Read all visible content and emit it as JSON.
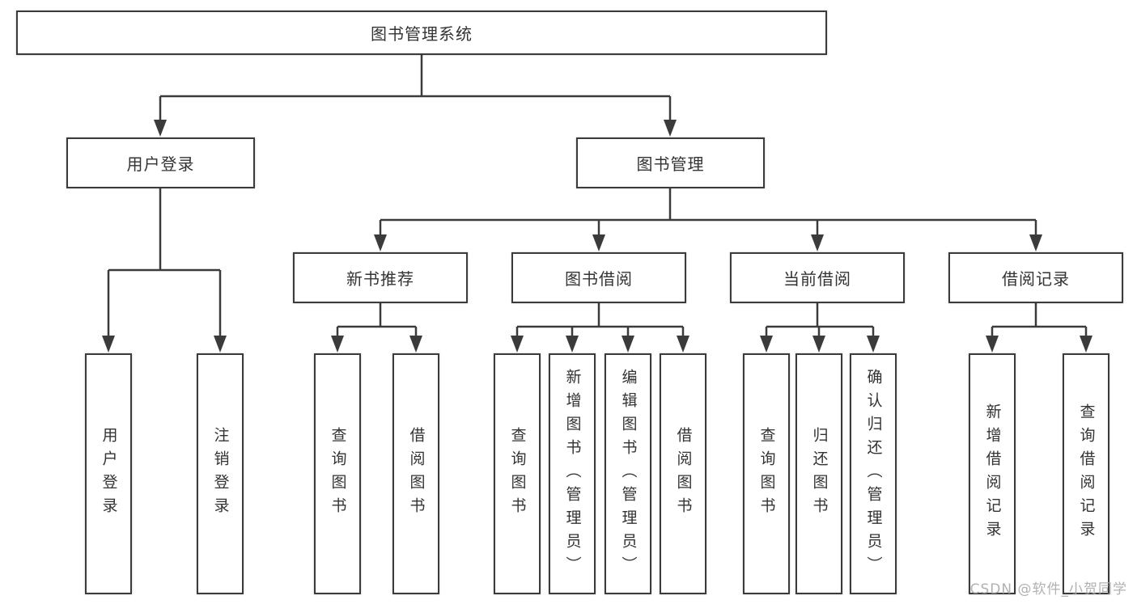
{
  "diagram": {
    "title": "图书管理系统",
    "type": "hierarchy-tree",
    "nodes": {
      "root": "图书管理系统",
      "l2": [
        "用户登录",
        "图书管理"
      ],
      "l3": [
        "新书推荐",
        "图书借阅",
        "当前借阅",
        "借阅记录"
      ],
      "l4": [
        "用户登录",
        "注销登录",
        "查询图书",
        "借阅图书",
        "查询图书",
        "新增图书（管理员）",
        "编辑图书（管理员）",
        "借阅图书",
        "查询图书",
        "归还图书",
        "确认归还（管理员）",
        "新增借阅记录",
        "查询借阅记录"
      ]
    },
    "structure": {
      "图书管理系统": [
        "用户登录",
        "图书管理"
      ],
      "用户登录": [
        "用户登录",
        "注销登录"
      ],
      "图书管理": [
        "新书推荐",
        "图书借阅",
        "当前借阅",
        "借阅记录"
      ],
      "新书推荐": [
        "查询图书",
        "借阅图书"
      ],
      "图书借阅": [
        "查询图书",
        "新增图书（管理员）",
        "编辑图书（管理员）",
        "借阅图书"
      ],
      "当前借阅": [
        "查询图书",
        "归还图书",
        "确认归还（管理员）"
      ],
      "借阅记录": [
        "新增借阅记录",
        "查询借阅记录"
      ]
    },
    "colors": {
      "line": "#3b3b3b",
      "box_border": "#3b3b3b",
      "box_fill": "#ffffff",
      "text": "#333333",
      "watermark": "#a8a8a8"
    }
  },
  "watermark": "CSDN @软件_小贺同学"
}
